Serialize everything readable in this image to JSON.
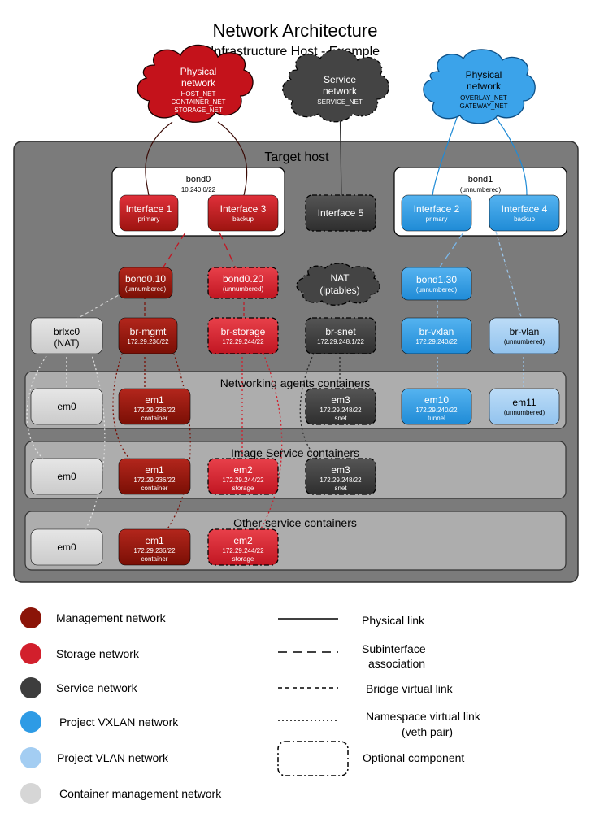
{
  "title": "Network Architecture",
  "subtitle": "Infrastructure Host - Example",
  "colors": {
    "management": "#8b1408",
    "storage": "#d21f2c",
    "service": "#3d3d3d",
    "vxlan": "#2e9be5",
    "vlan": "#a3cdf2",
    "container_mgmt": "#d6d6d6"
  },
  "clouds": {
    "physical_left": {
      "title1": "Physical",
      "title2": "network",
      "line1": "HOST_NET",
      "line2": "CONTAINER_NET",
      "line3": "STORAGE_NET"
    },
    "service": {
      "title1": "Service",
      "title2": "network",
      "line1": "SERVICE_NET"
    },
    "physical_right": {
      "title1": "Physical",
      "title2": "network",
      "line1": "OVERLAY_NET",
      "line2": "GATEWAY_NET"
    },
    "nat": {
      "title1": "NAT",
      "title2": "(iptables)"
    }
  },
  "target_host": "Target host",
  "bond0": {
    "label": "bond0",
    "sub": "10.240.0/22"
  },
  "bond1": {
    "label": "bond1",
    "sub": "(unnumbered)"
  },
  "nodes": {
    "iface1": {
      "label": "Interface 1",
      "sub": "primary"
    },
    "iface3": {
      "label": "Interface 3",
      "sub": "backup"
    },
    "iface5": {
      "label": "Interface 5"
    },
    "iface2": {
      "label": "Interface 2",
      "sub": "primary"
    },
    "iface4": {
      "label": "Interface 4",
      "sub": "backup"
    },
    "bond010": {
      "label": "bond0.10",
      "sub": "(unnumbered)"
    },
    "bond020": {
      "label": "bond0.20",
      "sub": "(unnumbered)"
    },
    "bond130": {
      "label": "bond1.30",
      "sub": "(unnumbered)"
    },
    "brlxc0": {
      "label": "brlxc0",
      "sub": "(NAT)"
    },
    "brmgmt": {
      "label": "br-mgmt",
      "sub": "172.29.236/22"
    },
    "brstorage": {
      "label": "br-storage",
      "sub": "172.29.244/22"
    },
    "brsnet": {
      "label": "br-snet",
      "sub": "172.29.248.1/22"
    },
    "brvxlan": {
      "label": "br-vxlan",
      "sub": "172.29.240/22"
    },
    "brvlan": {
      "label": "br-vlan",
      "sub": "(unnumbered)"
    },
    "na_em0": {
      "label": "em0"
    },
    "na_em1": {
      "label": "em1",
      "sub": "172.29.236/22",
      "sub2": "container"
    },
    "na_em3": {
      "label": "em3",
      "sub": "172.29.248/22",
      "sub2": "snet"
    },
    "na_em10": {
      "label": "em10",
      "sub": "172.29.240/22",
      "sub2": "tunnel"
    },
    "na_em11": {
      "label": "em11",
      "sub": "(unnumbered)"
    },
    "is_em0": {
      "label": "em0"
    },
    "is_em1": {
      "label": "em1",
      "sub": "172.29.236/22",
      "sub2": "container"
    },
    "is_em2": {
      "label": "em2",
      "sub": "172.29.244/22",
      "sub2": "storage"
    },
    "is_em3": {
      "label": "em3",
      "sub": "172.29.248/22",
      "sub2": "snet"
    },
    "os_em0": {
      "label": "em0"
    },
    "os_em1": {
      "label": "em1",
      "sub": "172.29.236/22",
      "sub2": "container"
    },
    "os_em2": {
      "label": "em2",
      "sub": "172.29.244/22",
      "sub2": "storage"
    }
  },
  "groups": {
    "networking_agents": "Networking agents containers",
    "image_service": "Image Service containers",
    "other_service": "Other service containers"
  },
  "legend": {
    "colors": [
      {
        "label": "Management network",
        "color": "#8b1408"
      },
      {
        "label": "Storage network",
        "color": "#d21f2c"
      },
      {
        "label": "Service network",
        "color": "#3d3d3d"
      },
      {
        "label": "Project VXLAN network",
        "color": "#2e9be5"
      },
      {
        "label": "Project VLAN network",
        "color": "#a3cdf2"
      },
      {
        "label": "Container management network",
        "color": "#d6d6d6"
      }
    ],
    "lines": [
      {
        "label": "Physical link"
      },
      {
        "label1": "Subinterface",
        "label2": "association"
      },
      {
        "label": "Bridge virtual link"
      },
      {
        "label1": "Namespace virtual link",
        "label2": "(veth pair)"
      },
      {
        "label": "Optional component"
      }
    ]
  }
}
